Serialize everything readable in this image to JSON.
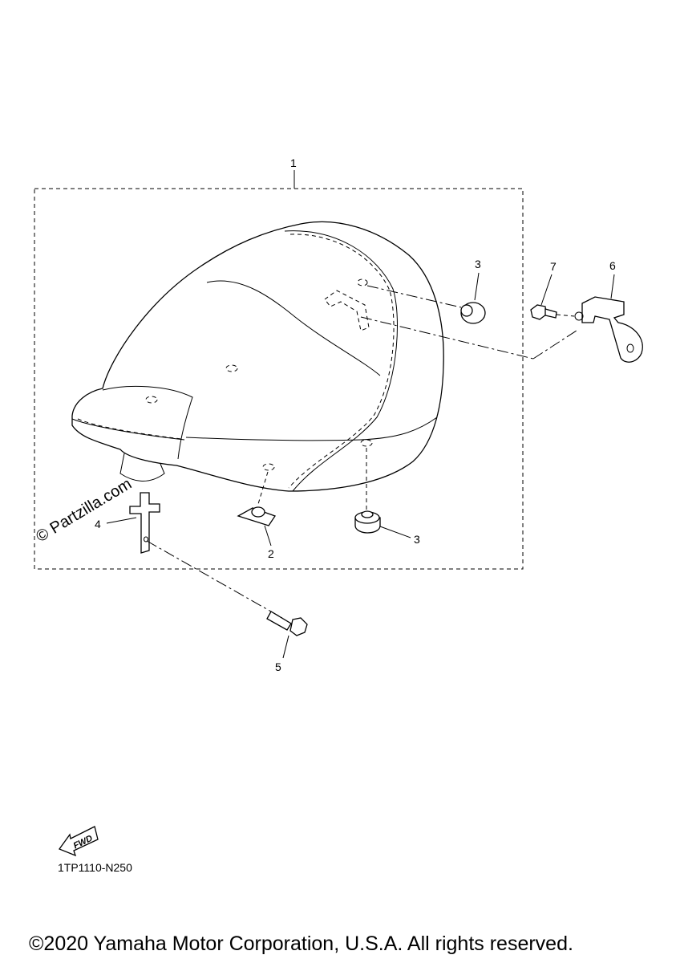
{
  "diagram": {
    "callouts": {
      "seat_assembly": "1",
      "nut": "2",
      "damper_top": "3",
      "damper_bottom": "3",
      "seat_bracket": "4",
      "bolt": "5",
      "stay": "6",
      "screw": "7"
    },
    "watermark": "© Partzilla.com",
    "fwd_label": "FWD",
    "diagram_code": "1TP1110-N250",
    "copyright": "©2020 Yamaha Motor Corporation, U.S.A. All rights reserved."
  }
}
